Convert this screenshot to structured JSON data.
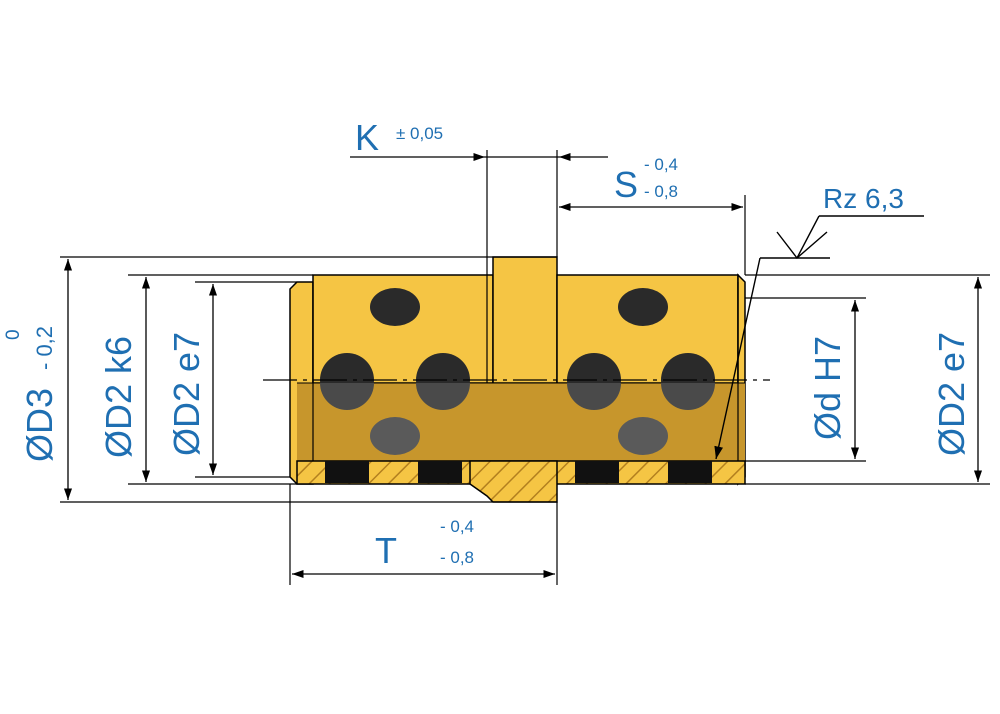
{
  "colors": {
    "label": "#1f6fb2",
    "line": "#000000",
    "brass_light": "#f5c544",
    "brass_dark": "#c7962c",
    "hatch": "#b3801f",
    "plug_top": "#2a2a2a",
    "plug_bottom": "#5a5a5a"
  },
  "labels": {
    "d3": "ØD3",
    "d3_tol_upper": "0",
    "d3_tol_lower": "- 0,2",
    "d2_k6": "ØD2 k6",
    "d2_e7_left": "ØD2 e7",
    "d_h7": "Ød H7",
    "d2_e7_right": "ØD2 e7",
    "k": "K",
    "k_tol": "± 0,05",
    "s": "S",
    "s_tol_upper": "- 0,4",
    "s_tol_lower": "- 0,8",
    "t": "T",
    "t_tol_upper": "- 0,4",
    "t_tol_lower": "- 0,8",
    "rz": "Rz 6,3"
  }
}
